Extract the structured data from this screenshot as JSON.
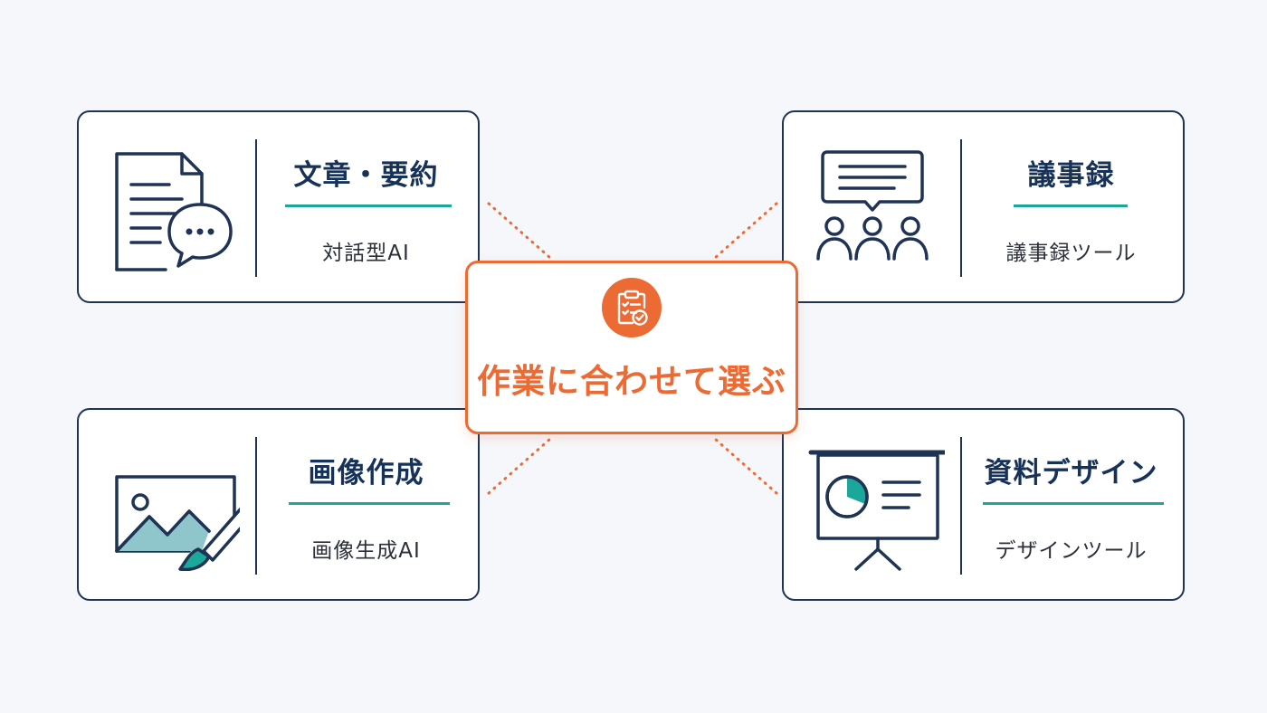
{
  "center": {
    "title": "作業に合わせて選ぶ",
    "icon": "clipboard-check-icon"
  },
  "categories": [
    {
      "title": "文章・要約",
      "subtitle": "対話型AI",
      "icon": "document-chat-icon"
    },
    {
      "title": "議事録",
      "subtitle": "議事録ツール",
      "icon": "meeting-icon"
    },
    {
      "title": "画像作成",
      "subtitle": "画像生成AI",
      "icon": "image-brush-icon"
    },
    {
      "title": "資料デザイン",
      "subtitle": "デザインツール",
      "icon": "presentation-chart-icon"
    }
  ],
  "colors": {
    "background": "#f5f7fb",
    "card_border": "#1f3355",
    "title_text": "#163258",
    "underline": "#1ba89a",
    "accent": "#ec6a33",
    "icon_fill": "#8fc6cb"
  }
}
